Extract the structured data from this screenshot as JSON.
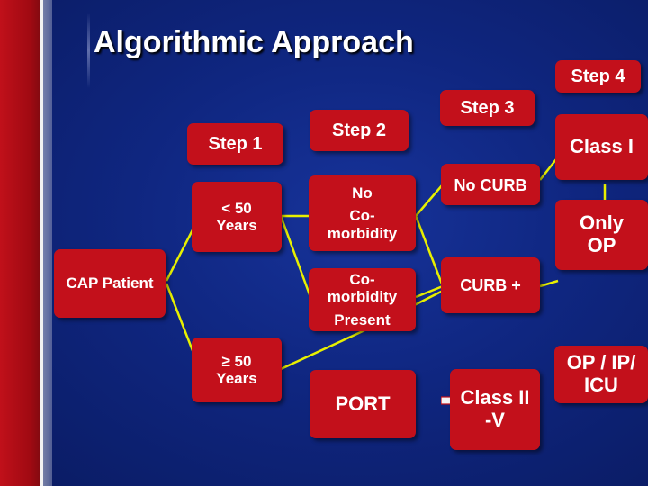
{
  "slide": {
    "title": "Algorithmic Approach"
  },
  "steps": {
    "step1": "Step 1",
    "step2": "Step 2",
    "step3": "Step 3",
    "step4": "Step 4"
  },
  "nodes": {
    "cap_patient": "CAP Patient",
    "age_under_50": [
      "< 50",
      "Years"
    ],
    "age_50_over": [
      "≥ 50",
      "Years"
    ],
    "no_comorbidity": [
      "No",
      "Co-",
      "morbidity"
    ],
    "comorbidity_present": [
      "Co-",
      "morbidity",
      "Present"
    ],
    "port": "PORT",
    "no_curb": "No CURB",
    "curb_plus": "CURB +",
    "class_1": "Class I",
    "class_2_5": [
      "Class II",
      "-V"
    ],
    "only_op": [
      "Only",
      "OP"
    ],
    "op_ip_icu": [
      "OP / IP/",
      "ICU"
    ]
  },
  "colors": {
    "background": "#0f2680",
    "box_fill": "#c3101b",
    "connector": "#e8f000",
    "text": "#ffffff",
    "side_bar": "#c0101a"
  }
}
